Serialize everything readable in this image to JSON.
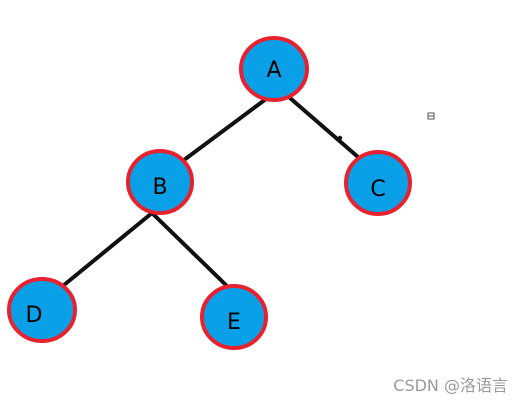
{
  "diagram": {
    "type": "binary-tree",
    "nodes": [
      {
        "id": "A",
        "label": "A"
      },
      {
        "id": "B",
        "label": "B"
      },
      {
        "id": "C",
        "label": "C"
      },
      {
        "id": "D",
        "label": "D"
      },
      {
        "id": "E",
        "label": "E"
      }
    ],
    "edges": [
      {
        "from": "A",
        "to": "B"
      },
      {
        "from": "A",
        "to": "C"
      },
      {
        "from": "B",
        "to": "D"
      },
      {
        "from": "B",
        "to": "E"
      }
    ],
    "colors": {
      "node_fill": "#0aa0e8",
      "node_border": "#e8212e",
      "edge": "#111111",
      "label": "#000000"
    }
  },
  "watermark": {
    "text": "CSDN @洛语言"
  }
}
